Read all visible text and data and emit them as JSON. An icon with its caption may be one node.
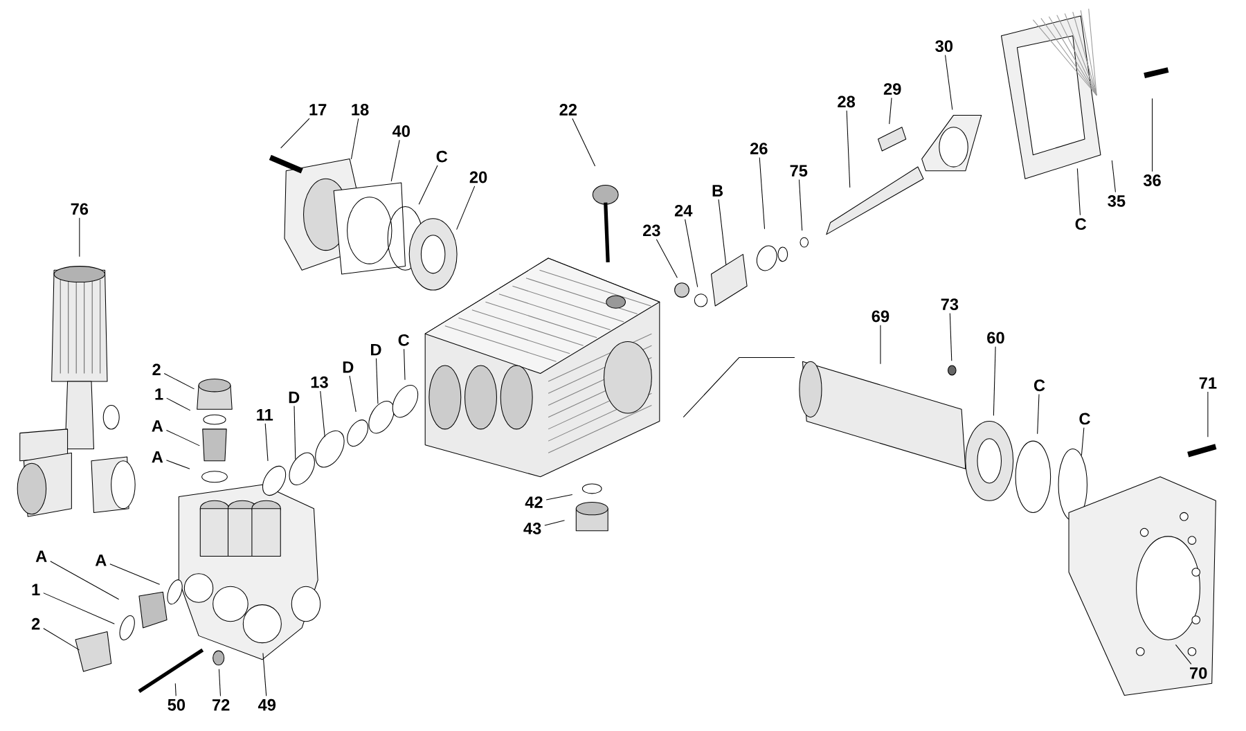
{
  "diagram": {
    "nodes": [
      {
        "text": [
          "76"
        ]
      },
      {
        "text": [
          "17"
        ]
      },
      {
        "text": [
          "18"
        ]
      },
      {
        "text": [
          "40"
        ]
      },
      {
        "text": [
          "C"
        ]
      },
      {
        "text": [
          "20"
        ]
      },
      {
        "text": [
          "22"
        ]
      },
      {
        "text": [
          "23"
        ]
      },
      {
        "text": [
          "24"
        ]
      },
      {
        "text": [
          "B"
        ]
      },
      {
        "text": [
          "26"
        ]
      },
      {
        "text": [
          "75"
        ]
      },
      {
        "text": [
          "28"
        ]
      },
      {
        "text": [
          "29"
        ]
      },
      {
        "text": [
          "30"
        ]
      },
      {
        "text": [
          "36"
        ]
      },
      {
        "text": [
          "35"
        ]
      },
      {
        "text": [
          "C"
        ]
      },
      {
        "text": [
          "2"
        ]
      },
      {
        "text": [
          "1"
        ]
      },
      {
        "text": [
          "A"
        ]
      },
      {
        "text": [
          "A"
        ]
      },
      {
        "text": [
          "11"
        ]
      },
      {
        "text": [
          "D"
        ]
      },
      {
        "text": [
          "13"
        ]
      },
      {
        "text": [
          "D"
        ]
      },
      {
        "text": [
          "D"
        ]
      },
      {
        "text": [
          "C"
        ]
      },
      {
        "text": [
          "73"
        ]
      },
      {
        "text": [
          "69"
        ]
      },
      {
        "text": [
          "60"
        ]
      },
      {
        "text": [
          "C"
        ]
      },
      {
        "text": [
          "C"
        ]
      },
      {
        "text": [
          "71"
        ]
      },
      {
        "text": [
          "42"
        ]
      },
      {
        "text": [
          "43"
        ]
      },
      {
        "text": [
          "A"
        ]
      },
      {
        "text": [
          "A"
        ]
      },
      {
        "text": [
          "1"
        ]
      },
      {
        "text": [
          "2"
        ]
      },
      {
        "text": [
          "50"
        ]
      },
      {
        "text": [
          "72"
        ]
      },
      {
        "text": [
          "49"
        ]
      },
      {
        "text": [
          "70"
        ]
      }
    ],
    "edges": [
      {
        "from": 0,
        "to": null,
        "arrow": "none"
      },
      {
        "from": 1,
        "to": null,
        "arrow": "none"
      },
      {
        "from": 2,
        "to": null,
        "arrow": "none"
      },
      {
        "from": 3,
        "to": null,
        "arrow": "none"
      },
      {
        "from": 4,
        "to": null,
        "arrow": "none"
      },
      {
        "from": 5,
        "to": null,
        "arrow": "none"
      },
      {
        "from": 6,
        "to": null,
        "arrow": "none"
      },
      {
        "from": 7,
        "to": null,
        "arrow": "none"
      },
      {
        "from": 8,
        "to": null,
        "arrow": "none"
      },
      {
        "from": 9,
        "to": null,
        "arrow": "none"
      },
      {
        "from": 10,
        "to": null,
        "arrow": "none"
      },
      {
        "from": 11,
        "to": null,
        "arrow": "none"
      },
      {
        "from": 12,
        "to": null,
        "arrow": "none"
      },
      {
        "from": 13,
        "to": null,
        "arrow": "none"
      },
      {
        "from": 14,
        "to": null,
        "arrow": "none"
      },
      {
        "from": 15,
        "to": null,
        "arrow": "none"
      },
      {
        "from": 16,
        "to": null,
        "arrow": "none"
      },
      {
        "from": 17,
        "to": null,
        "arrow": "none"
      },
      {
        "from": 18,
        "to": null,
        "arrow": "none"
      },
      {
        "from": 19,
        "to": null,
        "arrow": "none"
      },
      {
        "from": 20,
        "to": null,
        "arrow": "none"
      },
      {
        "from": 21,
        "to": null,
        "arrow": "none"
      },
      {
        "from": 22,
        "to": null,
        "arrow": "none"
      },
      {
        "from": 23,
        "to": null,
        "arrow": "none"
      },
      {
        "from": 24,
        "to": null,
        "arrow": "none"
      },
      {
        "from": 25,
        "to": null,
        "arrow": "none"
      },
      {
        "from": 26,
        "to": null,
        "arrow": "none"
      },
      {
        "from": 27,
        "to": null,
        "arrow": "none"
      },
      {
        "from": 28,
        "to": null,
        "arrow": "none"
      },
      {
        "from": 29,
        "to": null,
        "arrow": "none"
      },
      {
        "from": 30,
        "to": null,
        "arrow": "none"
      },
      {
        "from": 31,
        "to": null,
        "arrow": "none"
      },
      {
        "from": 32,
        "to": null,
        "arrow": "none"
      },
      {
        "from": 33,
        "to": null,
        "arrow": "none"
      },
      {
        "from": 34,
        "to": null,
        "arrow": "none"
      },
      {
        "from": 35,
        "to": null,
        "arrow": "none"
      },
      {
        "from": 36,
        "to": null,
        "arrow": "none"
      },
      {
        "from": 37,
        "to": null,
        "arrow": "none"
      },
      {
        "from": 38,
        "to": null,
        "arrow": "none"
      },
      {
        "from": 39,
        "to": null,
        "arrow": "none"
      },
      {
        "from": 40,
        "to": null,
        "arrow": "none"
      },
      {
        "from": 41,
        "to": null,
        "arrow": "none"
      },
      {
        "from": 42,
        "to": null,
        "arrow": "none"
      },
      {
        "from": 43,
        "to": null,
        "arrow": "none"
      }
    ]
  }
}
